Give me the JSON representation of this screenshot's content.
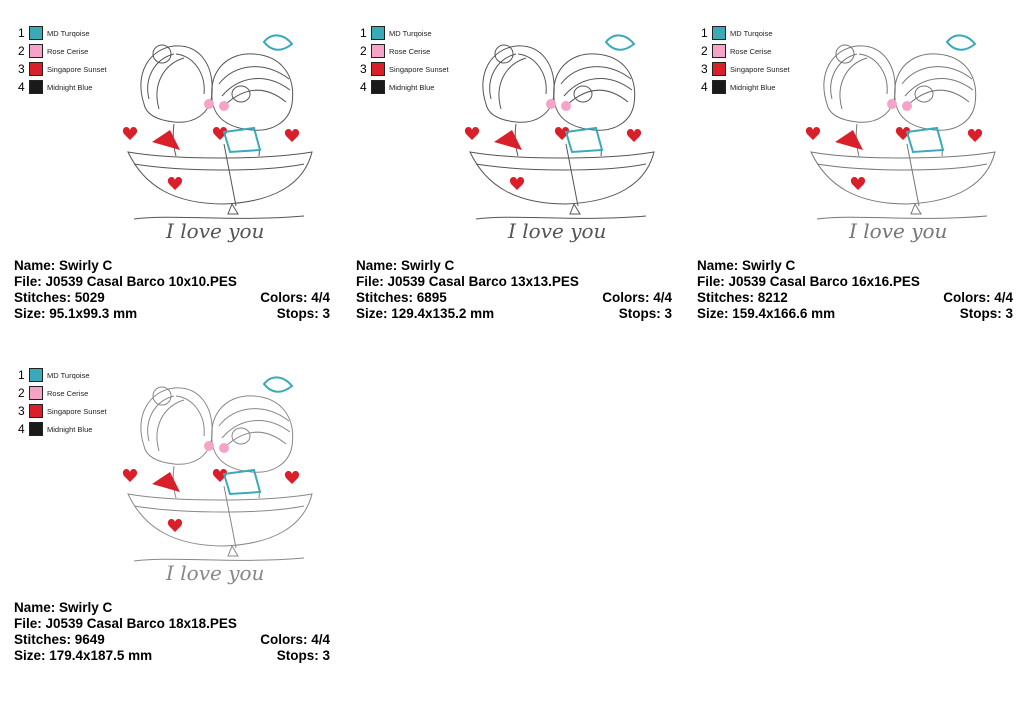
{
  "colors": [
    {
      "num": "1",
      "name": "MD Turqoise",
      "hex": "#3aa9b8"
    },
    {
      "num": "2",
      "name": "Rose Cerise",
      "hex": "#f5a3c7"
    },
    {
      "num": "3",
      "name": "Singapore Sunset",
      "hex": "#d9202a"
    },
    {
      "num": "4",
      "name": "Midnight Blue",
      "hex": "#1a1a1a"
    }
  ],
  "designs": [
    {
      "name": "Name: Swirly C",
      "file": "File: J0539 Casal Barco 10x10.PES",
      "stitches": "Stitches: 5029",
      "colors": "Colors: 4/4",
      "size": "Size: 95.1x99.3 mm",
      "stops": "Stops: 3",
      "caption": "I love you"
    },
    {
      "name": "Name: Swirly C",
      "file": "File: J0539 Casal Barco 13x13.PES",
      "stitches": "Stitches: 6895",
      "colors": "Colors: 4/4",
      "size": "Size: 129.4x135.2 mm",
      "stops": "Stops: 3",
      "caption": "I love you"
    },
    {
      "name": "Name: Swirly C",
      "file": "File: J0539 Casal Barco 16x16.PES",
      "stitches": "Stitches: 8212",
      "colors": "Colors: 4/4",
      "size": "Size: 159.4x166.6 mm",
      "stops": "Stops: 3",
      "caption": "I love you"
    },
    {
      "name": "Name: Swirly C",
      "file": "File: J0539 Casal Barco 18x18.PES",
      "stitches": "Stitches: 9649",
      "colors": "Colors: 4/4",
      "size": "Size: 179.4x187.5 mm",
      "stops": "Stops: 3",
      "caption": "I love you"
    }
  ]
}
